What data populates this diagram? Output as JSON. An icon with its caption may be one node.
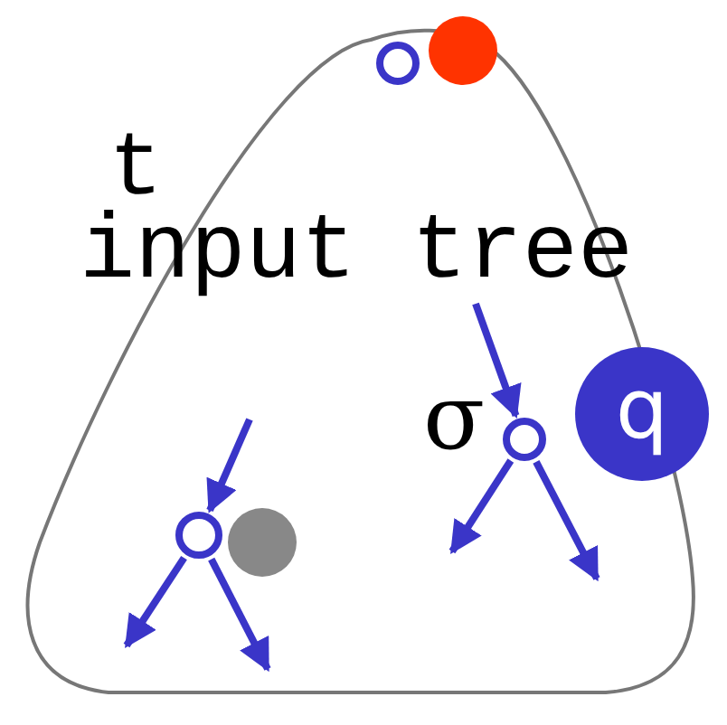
{
  "diagram": {
    "nodes": [
      {
        "text": [
          "t",
          "input tree"
        ]
      },
      {
        "text": [],
        "shape": "circle",
        "in": 0
      },
      {
        "text": [],
        "shape": "circle"
      },
      {
        "text": [],
        "shape": "circle",
        "in": 0
      },
      {
        "text": [
          "q"
        ],
        "in": 0
      },
      {
        "text": [],
        "shape": "circle",
        "in": 0
      },
      {
        "text": [],
        "shape": "circle",
        "in": 0
      }
    ],
    "edges": [
      {
        "from": null,
        "to": 3,
        "arrow": "to"
      },
      {
        "from": 3,
        "to": null,
        "arrow": "to"
      },
      {
        "from": 3,
        "to": null,
        "arrow": "to"
      },
      {
        "from": null,
        "to": 5,
        "arrow": "to"
      },
      {
        "from": 5,
        "to": null,
        "arrow": "to"
      },
      {
        "from": 5,
        "to": null,
        "arrow": "to"
      }
    ],
    "labels": [
      "σ"
    ]
  }
}
